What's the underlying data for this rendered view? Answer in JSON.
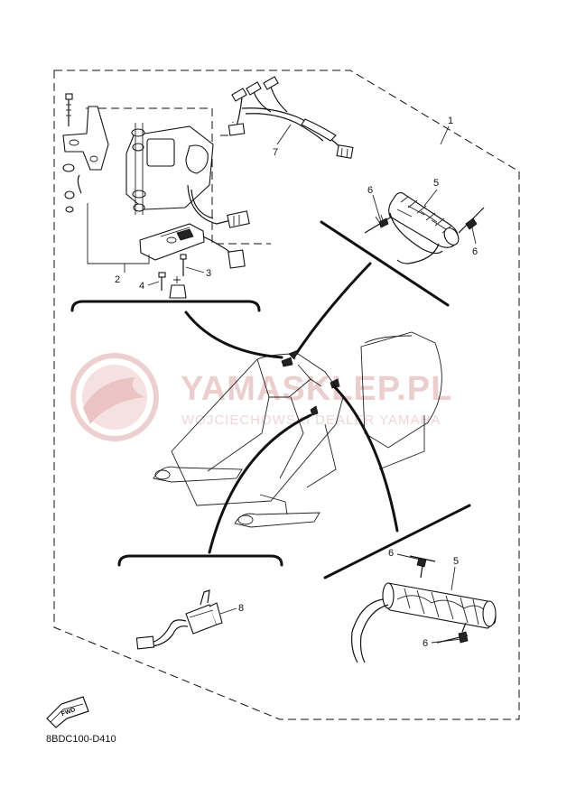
{
  "watermark": {
    "title": "YAMASKLEP.PL",
    "subtitle": "WOJCIECHOWSKI DEALER YAMAHA"
  },
  "callouts": {
    "assembly": "1",
    "bracket": "2",
    "screw_3": "3",
    "screw_4": "4",
    "grip_upper": "5",
    "grip_lower": "5",
    "clip_upper_left": "6",
    "clip_upper_right": "6",
    "clip_lower_top": "6",
    "clip_lower_bottom": "6",
    "harness": "7",
    "switch": "8"
  },
  "direction_marker": "FWD",
  "diagram_code": "8BDC100-D410"
}
